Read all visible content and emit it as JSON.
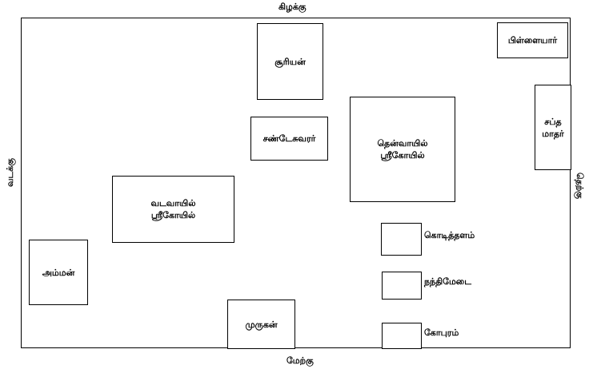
{
  "directions": {
    "east": "கிழக்கு",
    "west": "மேற்கு",
    "north": "வடக்கு",
    "south": "தெற்கு"
  },
  "shrines": {
    "suriyan": "சூரியன்",
    "pillaiyar": "பிள்ளையார்",
    "saptha_line1": "சப்த",
    "saptha_line2": "மாதர்",
    "chandesvarar": "சண்டேசுவரர்",
    "south_line1": "தென்வாயில்",
    "south_line2": "ஸ்ரீகோயில்",
    "north_line1": "வடவாயில்",
    "north_line2": "ஸ்ரீகோயில்",
    "amman": "அம்மன்",
    "murugan": "முருகன்",
    "kodithalam": "கொடித்தளம்",
    "nandhimedai": "நந்திமேடை",
    "gopuram": "கோபுரம்"
  }
}
